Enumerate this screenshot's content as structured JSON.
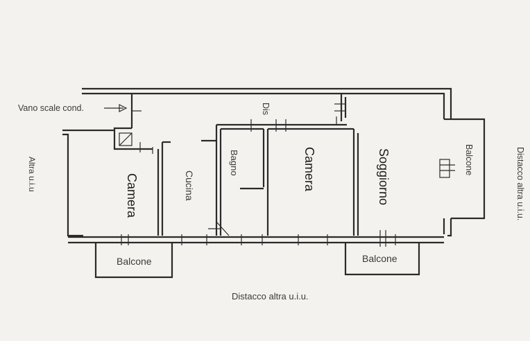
{
  "labels": {
    "stair": "Vano scale cond.",
    "dis": "Dis",
    "camera_left": "Camera",
    "cucina": "Cucina",
    "bagno": "Bagno",
    "camera_mid": "Camera",
    "soggiorno": "Soggiorno",
    "balcone_left": "Balcone",
    "balcone_mid": "Balcone",
    "balcone_right": "Balcone",
    "altra_left": "Altra u.i.u",
    "distacco_bottom": "Distacco altra u.i.u.",
    "distacco_right": "Distacco altra u.i.u."
  },
  "colors": {
    "ink": "#2a2a2a",
    "paper": "#f3f2ee"
  }
}
